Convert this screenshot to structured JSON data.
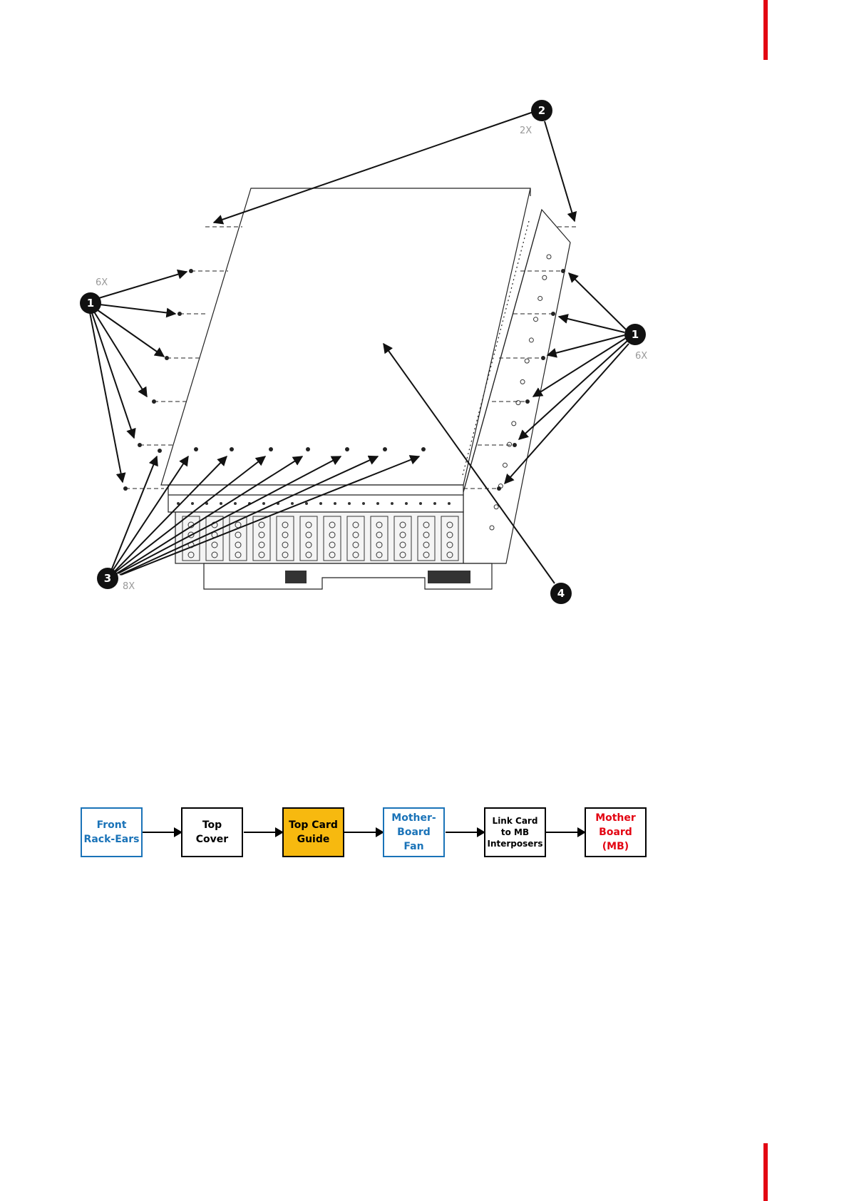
{
  "colors": {
    "accent_red": "#e30613",
    "blue": "#1a73b8",
    "highlight_fill": "#f7b90f",
    "mb_red": "#e30613"
  },
  "callouts": {
    "c1_left": {
      "number": "1",
      "qty": "6X"
    },
    "c1_right": {
      "number": "1",
      "qty": "6X"
    },
    "c2": {
      "number": "2",
      "qty": "2X"
    },
    "c3": {
      "number": "3",
      "qty": "8X"
    },
    "c4": {
      "number": "4"
    }
  },
  "flow": {
    "steps": [
      {
        "label": "Front\nRack-Ears",
        "style": "blue"
      },
      {
        "label": "Top\nCover",
        "style": "plain"
      },
      {
        "label": "Top Card\nGuide",
        "style": "highlight"
      },
      {
        "label": "Mother-\nBoard\nFan",
        "style": "blue"
      },
      {
        "label": "Link Card\nto MB\nInterposers",
        "style": "plain"
      },
      {
        "label": "Mother\nBoard\n(MB)",
        "style": "red"
      }
    ]
  }
}
